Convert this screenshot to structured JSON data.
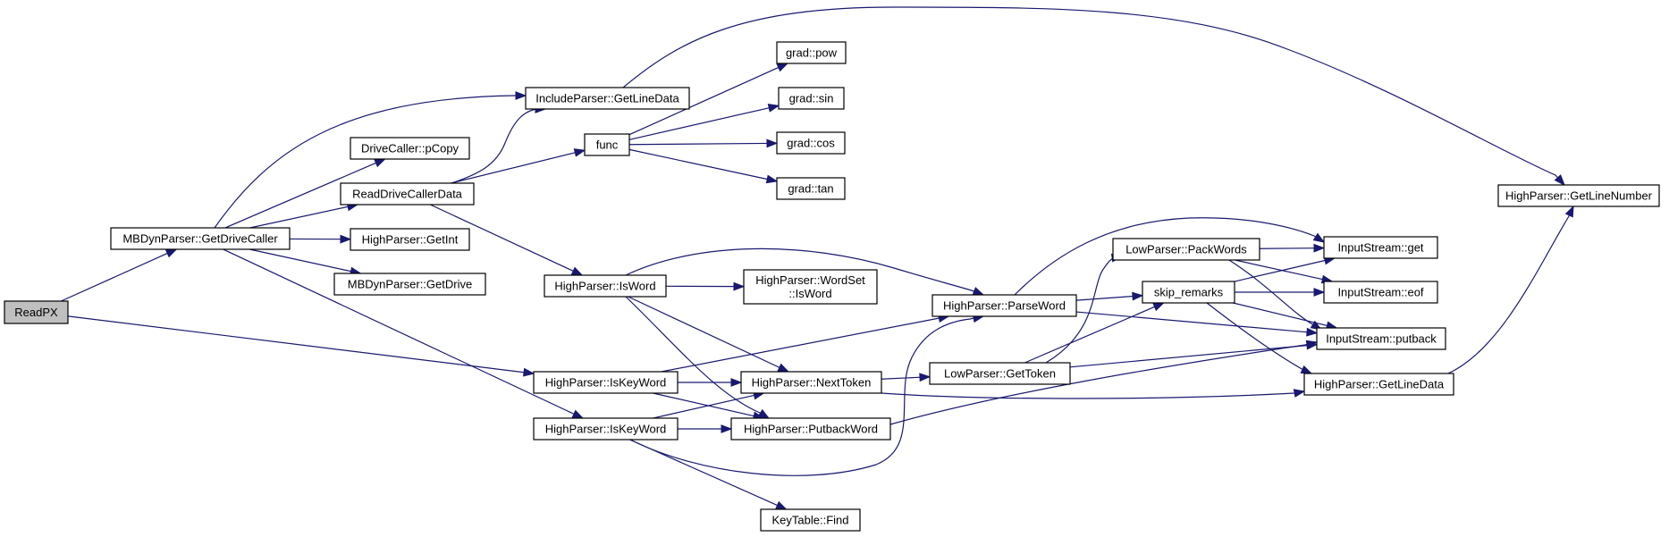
{
  "diagram": {
    "type": "call-graph",
    "colors": {
      "edge": "#191970",
      "root_fill": "#bfbfbf",
      "node_fill": "#ffffff",
      "node_border": "#000000"
    },
    "nodes": [
      {
        "id": "readpx",
        "label": [
          "ReadPX"
        ],
        "root": true
      },
      {
        "id": "mbdyn_getdrivecaller",
        "label": [
          "MBDynParser::GetDriveCaller"
        ]
      },
      {
        "id": "highparser_iskeyword_1",
        "label": [
          "HighParser::IsKeyWord"
        ]
      },
      {
        "id": "include_getlinedata",
        "label": [
          "IncludeParser::GetLineData"
        ]
      },
      {
        "id": "drivecaller_pcopy",
        "label": [
          "DriveCaller::pCopy"
        ]
      },
      {
        "id": "readdrivecallerdata",
        "label": [
          "ReadDriveCallerData"
        ]
      },
      {
        "id": "highparser_getint",
        "label": [
          "HighParser::GetInt"
        ]
      },
      {
        "id": "mbdyn_getdrive",
        "label": [
          "MBDynParser::GetDrive"
        ]
      },
      {
        "id": "highparser_iskeyword_2",
        "label": [
          "HighParser::IsKeyWord"
        ]
      },
      {
        "id": "highparser_getlinenumber",
        "label": [
          "HighParser::GetLineNumber"
        ]
      },
      {
        "id": "func",
        "label": [
          "func"
        ]
      },
      {
        "id": "highparser_isword",
        "label": [
          "HighParser::IsWord"
        ]
      },
      {
        "id": "highparser_parseword",
        "label": [
          "HighParser::ParseWord"
        ]
      },
      {
        "id": "highparser_nexttoken",
        "label": [
          "HighParser::NextToken"
        ]
      },
      {
        "id": "highparser_putbackword",
        "label": [
          "HighParser::PutbackWord"
        ]
      },
      {
        "id": "keytable_find",
        "label": [
          "KeyTable::Find"
        ]
      },
      {
        "id": "grad_pow",
        "label": [
          "grad::pow"
        ]
      },
      {
        "id": "grad_sin",
        "label": [
          "grad::sin"
        ]
      },
      {
        "id": "grad_cos",
        "label": [
          "grad::cos"
        ]
      },
      {
        "id": "grad_tan",
        "label": [
          "grad::tan"
        ]
      },
      {
        "id": "wordset_isword",
        "label": [
          "HighParser::WordSet",
          "::IsWord"
        ]
      },
      {
        "id": "inputstream_get",
        "label": [
          "InputStream::get"
        ]
      },
      {
        "id": "inputstream_putback",
        "label": [
          "InputStream::putback"
        ]
      },
      {
        "id": "skip_remarks",
        "label": [
          "skip_remarks"
        ]
      },
      {
        "id": "lowparser_gettoken",
        "label": [
          "LowParser::GetToken"
        ]
      },
      {
        "id": "highparser_getlinedata",
        "label": [
          "HighParser::GetLineData"
        ]
      },
      {
        "id": "lowparser_packwords",
        "label": [
          "LowParser::PackWords"
        ]
      },
      {
        "id": "inputstream_eof",
        "label": [
          "InputStream::eof"
        ]
      }
    ],
    "edges": [
      [
        "readpx",
        "mbdyn_getdrivecaller"
      ],
      [
        "readpx",
        "highparser_iskeyword_1"
      ],
      [
        "mbdyn_getdrivecaller",
        "include_getlinedata"
      ],
      [
        "mbdyn_getdrivecaller",
        "drivecaller_pcopy"
      ],
      [
        "mbdyn_getdrivecaller",
        "readdrivecallerdata"
      ],
      [
        "mbdyn_getdrivecaller",
        "highparser_getint"
      ],
      [
        "mbdyn_getdrivecaller",
        "mbdyn_getdrive"
      ],
      [
        "mbdyn_getdrivecaller",
        "highparser_iskeyword_2"
      ],
      [
        "include_getlinedata",
        "highparser_getlinenumber"
      ],
      [
        "readdrivecallerdata",
        "include_getlinedata"
      ],
      [
        "readdrivecallerdata",
        "func"
      ],
      [
        "readdrivecallerdata",
        "highparser_isword"
      ],
      [
        "func",
        "grad_pow"
      ],
      [
        "func",
        "grad_sin"
      ],
      [
        "func",
        "grad_cos"
      ],
      [
        "func",
        "grad_tan"
      ],
      [
        "highparser_isword",
        "highparser_parseword"
      ],
      [
        "highparser_isword",
        "wordset_isword"
      ],
      [
        "highparser_isword",
        "highparser_nexttoken"
      ],
      [
        "highparser_isword",
        "highparser_putbackword"
      ],
      [
        "highparser_iskeyword_1",
        "highparser_parseword"
      ],
      [
        "highparser_iskeyword_1",
        "highparser_nexttoken"
      ],
      [
        "highparser_iskeyword_1",
        "highparser_putbackword"
      ],
      [
        "highparser_iskeyword_2",
        "highparser_nexttoken"
      ],
      [
        "highparser_iskeyword_2",
        "highparser_putbackword"
      ],
      [
        "highparser_iskeyword_2",
        "highparser_parseword"
      ],
      [
        "highparser_iskeyword_2",
        "keytable_find"
      ],
      [
        "highparser_parseword",
        "inputstream_get"
      ],
      [
        "highparser_parseword",
        "skip_remarks"
      ],
      [
        "highparser_parseword",
        "inputstream_putback"
      ],
      [
        "highparser_nexttoken",
        "lowparser_gettoken"
      ],
      [
        "highparser_nexttoken",
        "highparser_getlinedata"
      ],
      [
        "highparser_putbackword",
        "inputstream_putback"
      ],
      [
        "lowparser_gettoken",
        "lowparser_packwords"
      ],
      [
        "lowparser_gettoken",
        "skip_remarks"
      ],
      [
        "lowparser_gettoken",
        "inputstream_putback"
      ],
      [
        "lowparser_packwords",
        "inputstream_get"
      ],
      [
        "lowparser_packwords",
        "inputstream_eof"
      ],
      [
        "lowparser_packwords",
        "inputstream_putback"
      ],
      [
        "skip_remarks",
        "inputstream_get"
      ],
      [
        "skip_remarks",
        "inputstream_eof"
      ],
      [
        "skip_remarks",
        "inputstream_putback"
      ],
      [
        "skip_remarks",
        "highparser_getlinedata"
      ],
      [
        "highparser_getlinedata",
        "highparser_getlinenumber"
      ]
    ]
  }
}
